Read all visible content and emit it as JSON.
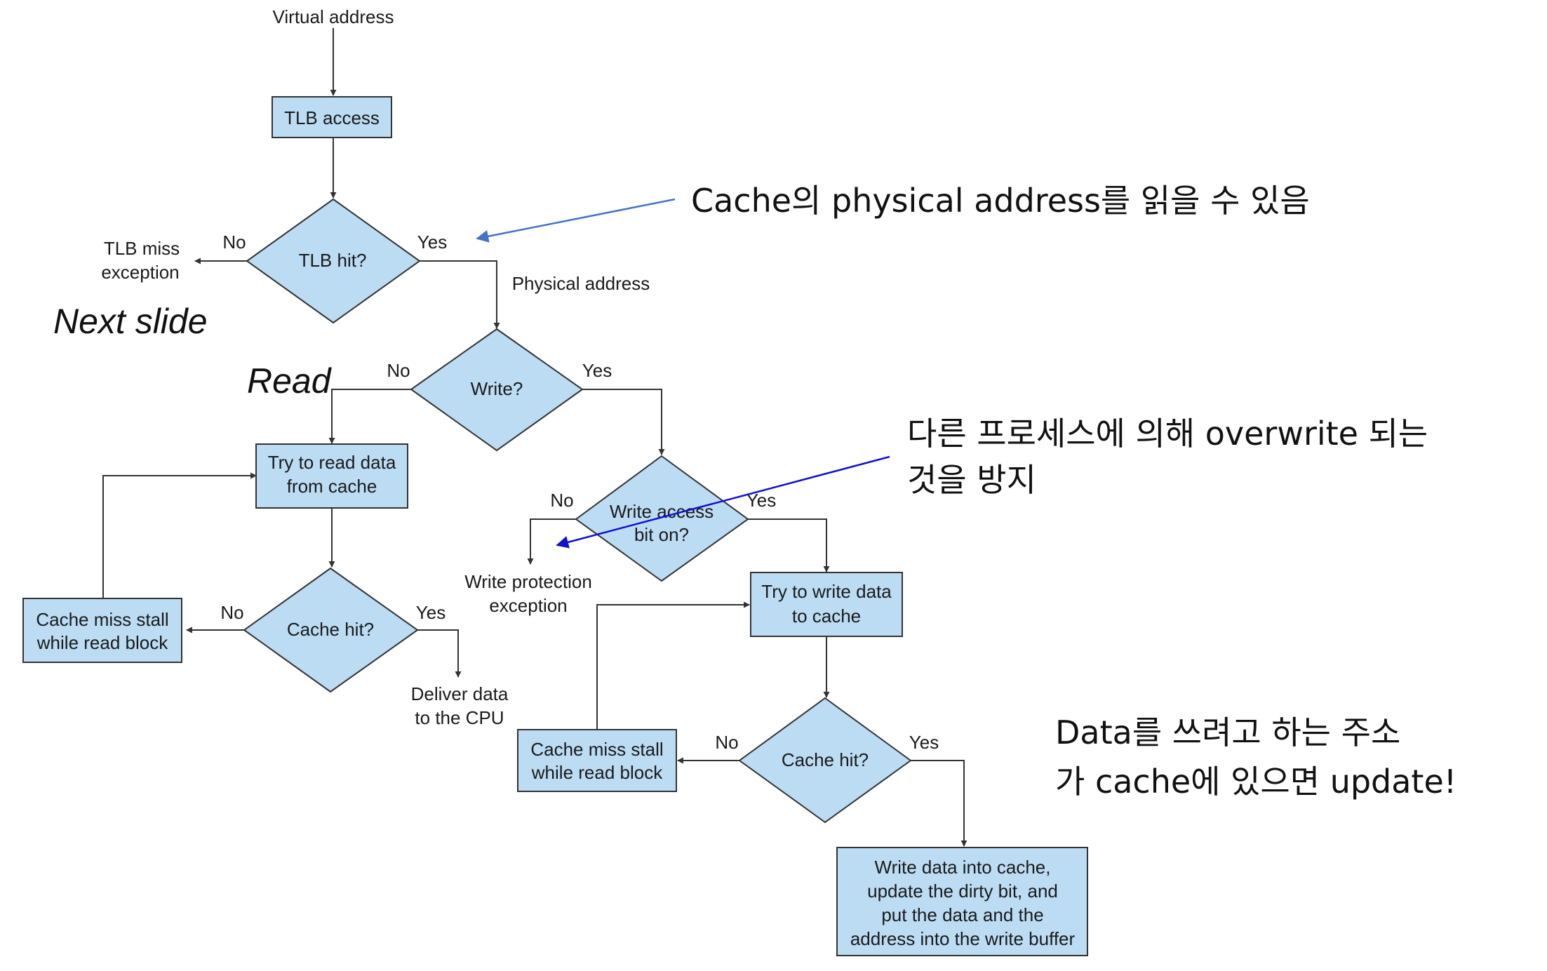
{
  "nodes": {
    "virtual_address": "Virtual address",
    "tlb_access": "TLB access",
    "tlb_hit": "TLB hit?",
    "tlb_miss_1": "TLB miss",
    "tlb_miss_2": "exception",
    "physical_address": "Physical address",
    "write_q": "Write?",
    "try_read_1": "Try to read data",
    "try_read_2": "from cache",
    "write_access_1": "Write access",
    "write_access_2": "bit on?",
    "write_prot_1": "Write protection",
    "write_prot_2": "exception",
    "read_miss_stall_1": "Cache miss stall",
    "read_miss_stall_2": "while read block",
    "cache_hit_read": "Cache hit?",
    "deliver_1": "Deliver data",
    "deliver_2": "to the CPU",
    "try_write_1": "Try to write data",
    "try_write_2": "to cache",
    "write_miss_stall_1": "Cache miss stall",
    "write_miss_stall_2": "while read block",
    "cache_hit_write": "Cache hit?",
    "write_into_1": "Write data into cache,",
    "write_into_2": "update the dirty bit, and",
    "write_into_3": "put the data and the",
    "write_into_4": "address into the write buffer"
  },
  "edge_labels": {
    "no": "No",
    "yes": "Yes"
  },
  "annotations": {
    "next_slide": "Next slide",
    "read": "Read",
    "note_physical": "Cache의 physical address를 읽을 수 있음",
    "note_overwrite_1": "다른 프로세스에 의해 overwrite 되는",
    "note_overwrite_2": "것을 방지",
    "note_update_1": "Data를 쓰려고 하는 주소",
    "note_update_2": "가 cache에 있으면 update!"
  },
  "colors": {
    "box_fill": "#bcdcf4",
    "outline": "#333333",
    "arrow_physical": "#4472c4",
    "arrow_overwrite": "#1010d0"
  }
}
